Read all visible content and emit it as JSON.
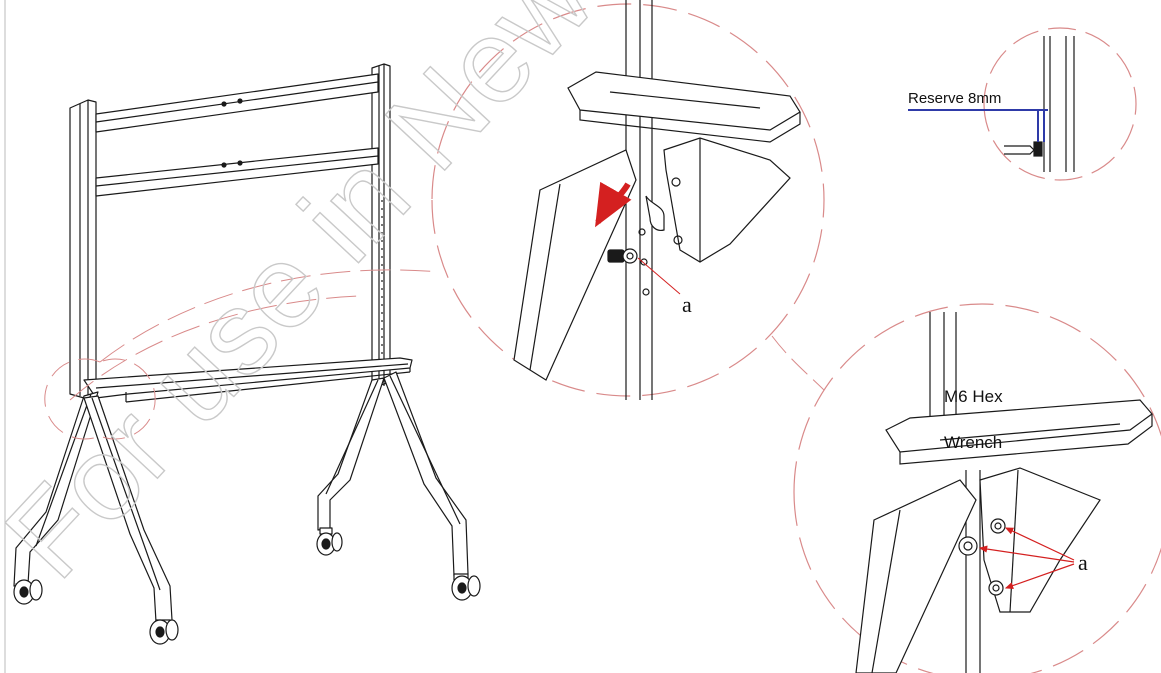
{
  "labels": {
    "reserve": "Reserve 8mm",
    "callout_a_top": "a",
    "tool_line1": "M6 Hex",
    "tool_line2": "Wrench",
    "callout_a_bottom": "a"
  },
  "watermark": "For use in Newline",
  "colors": {
    "linework": "#1a1a1a",
    "detail_circle": "#d98a8a",
    "dimension": "#2e3aa8",
    "arrow": "#d42020",
    "watermark": "#c9c9c9"
  }
}
